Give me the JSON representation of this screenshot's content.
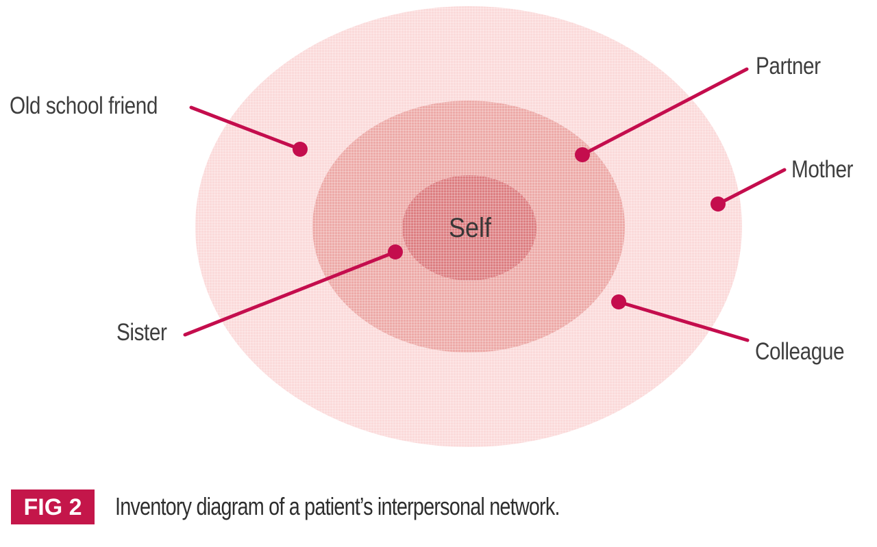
{
  "diagram": {
    "self_label": "Self",
    "callouts": {
      "old_school_friend": "Old school friend",
      "partner": "Partner",
      "mother": "Mother",
      "sister": "Sister",
      "colleague": "Colleague"
    }
  },
  "caption": {
    "badge": "FIG 2",
    "text": "Inventory diagram of a patient’s interpersonal network."
  },
  "colors": {
    "accent": "#c40d4d",
    "ring-outer": "#fbdada",
    "ring-middle": "#edaaa8",
    "ring-inner": "#dd7f82",
    "label-color": "#3e3e3e",
    "self-color": "#373737",
    "badge-bg": "#c4164a",
    "badge-text": "#ffffff",
    "caption-color": "#2e2e2e"
  }
}
